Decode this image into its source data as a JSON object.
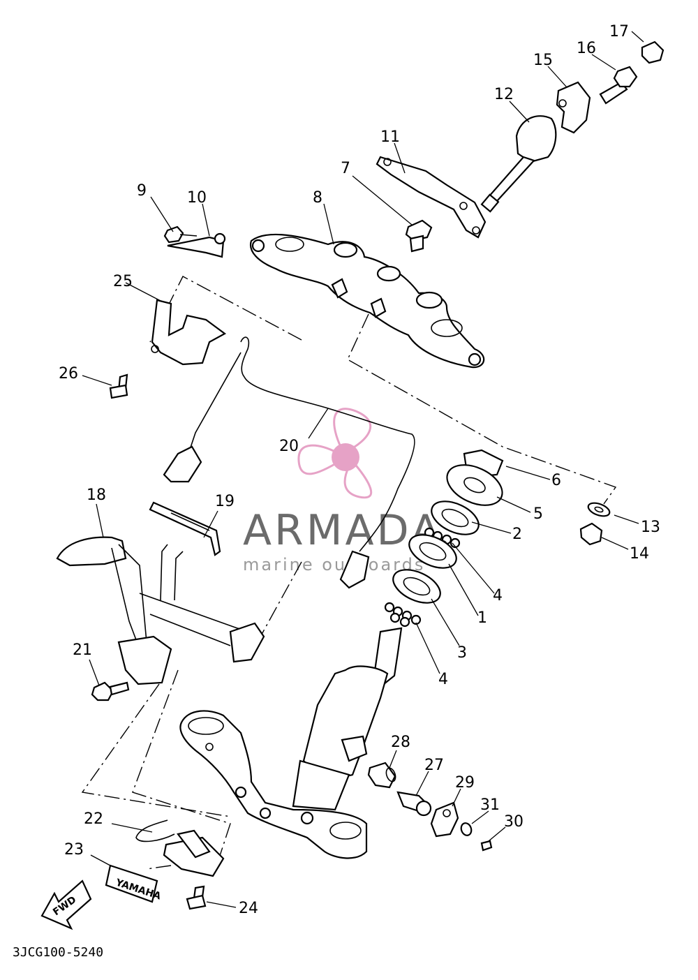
{
  "watermark": {
    "title": "ARMADA",
    "subtitle": "marine outboards",
    "colors": {
      "logo": "#e6a2c6",
      "logo_dark": "#d98ab4",
      "title": "#6b6b6b",
      "subtitle": "#9a9a9a"
    }
  },
  "drawing_code": "3JCG100-5240",
  "direction_label": "FWD",
  "emblem_text": "YAMAHA",
  "callouts": [
    {
      "id": "c1",
      "label": "1"
    },
    {
      "id": "c2",
      "label": "2"
    },
    {
      "id": "c3",
      "label": "3"
    },
    {
      "id": "c4a",
      "label": "4"
    },
    {
      "id": "c4b",
      "label": "4"
    },
    {
      "id": "c5",
      "label": "5"
    },
    {
      "id": "c6",
      "label": "6"
    },
    {
      "id": "c7",
      "label": "7"
    },
    {
      "id": "c8",
      "label": "8"
    },
    {
      "id": "c9",
      "label": "9"
    },
    {
      "id": "c10",
      "label": "10"
    },
    {
      "id": "c11",
      "label": "11"
    },
    {
      "id": "c12",
      "label": "12"
    },
    {
      "id": "c13",
      "label": "13"
    },
    {
      "id": "c14",
      "label": "14"
    },
    {
      "id": "c15",
      "label": "15"
    },
    {
      "id": "c16",
      "label": "16"
    },
    {
      "id": "c17",
      "label": "17"
    },
    {
      "id": "c18",
      "label": "18"
    },
    {
      "id": "c19",
      "label": "19"
    },
    {
      "id": "c20",
      "label": "20"
    },
    {
      "id": "c21",
      "label": "21"
    },
    {
      "id": "c22",
      "label": "22"
    },
    {
      "id": "c23",
      "label": "23"
    },
    {
      "id": "c24",
      "label": "24"
    },
    {
      "id": "c25",
      "label": "25"
    },
    {
      "id": "c26",
      "label": "26"
    },
    {
      "id": "c27",
      "label": "27"
    },
    {
      "id": "c28",
      "label": "28"
    },
    {
      "id": "c29",
      "label": "29"
    },
    {
      "id": "c30",
      "label": "30"
    },
    {
      "id": "c31",
      "label": "31"
    }
  ]
}
